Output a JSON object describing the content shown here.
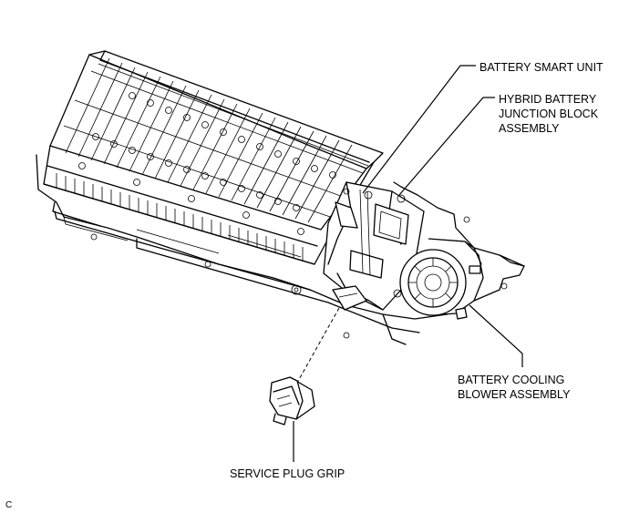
{
  "labels": {
    "battery_smart_unit": "BATTERY SMART UNIT",
    "junction_block": [
      "HYBRID BATTERY",
      "JUNCTION BLOCK",
      "ASSEMBLY"
    ],
    "cooling_blower": [
      "BATTERY COOLING",
      "BLOWER ASSEMBLY"
    ],
    "service_plug_grip": "SERVICE PLUG GRIP"
  },
  "figure_code": "C",
  "colors": {
    "ink": "#000000",
    "paper": "#ffffff"
  }
}
